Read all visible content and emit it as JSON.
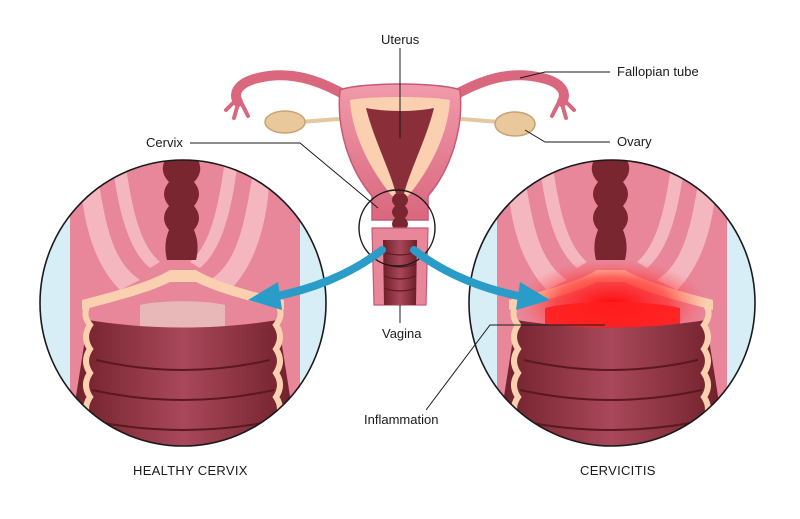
{
  "labels": {
    "uterus": "Uterus",
    "fallopian_tube": "Fallopian tube",
    "ovary": "Ovary",
    "cervix": "Cervix",
    "vagina": "Vagina",
    "inflammation": "Inflammation"
  },
  "captions": {
    "left": "HEALTHY CERVIX",
    "right": "CERVICITIS"
  },
  "colors": {
    "tissue_pink": "#e8869a",
    "tissue_light": "#f4b6bf",
    "muscle_dark": "#8a2f3a",
    "lining_cream": "#fbd0b0",
    "canal_brown": "#7a2630",
    "arrow_blue": "#2a9cc8",
    "inflammation_red": "#ff2a2a",
    "backdrop_blue": "#d8eef6"
  }
}
